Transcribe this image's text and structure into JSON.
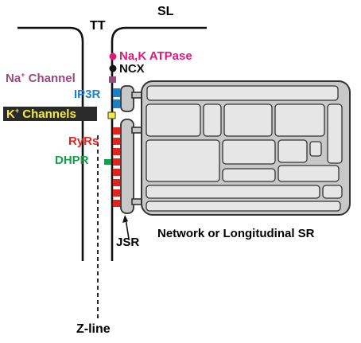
{
  "labels": {
    "sl": "SL",
    "tt": "TT",
    "nak_atpase": "Na,K ATPase",
    "ncx": "NCX",
    "na_channel_prefix": "Na",
    "na_channel_sup": "+",
    "na_channel_suffix": " Channel",
    "ip3r": "IP3R",
    "k_channels_prefix": "K",
    "k_channels_sup": "+",
    "k_channels_suffix": " Channels",
    "ryrs": "RyRs",
    "dhpr": "DHPR",
    "jsr": "JSR",
    "network_sr": "Network or Longitudinal SR",
    "z_line": "Z-line"
  },
  "colors": {
    "nak_atpase": "#e0197d",
    "ncx": "#111111",
    "na_channel": "#9a4a7c",
    "ip3r": "#1e7fc9",
    "k_channels_text": "#f2ee38",
    "k_channels_marker": "#f2ee38",
    "ryrs": "#e0241e",
    "dhpr": "#13a04a",
    "sr_fill": "#c8c8c8",
    "sr_stroke": "#333333",
    "sr_inner": "#e6e6e6"
  }
}
